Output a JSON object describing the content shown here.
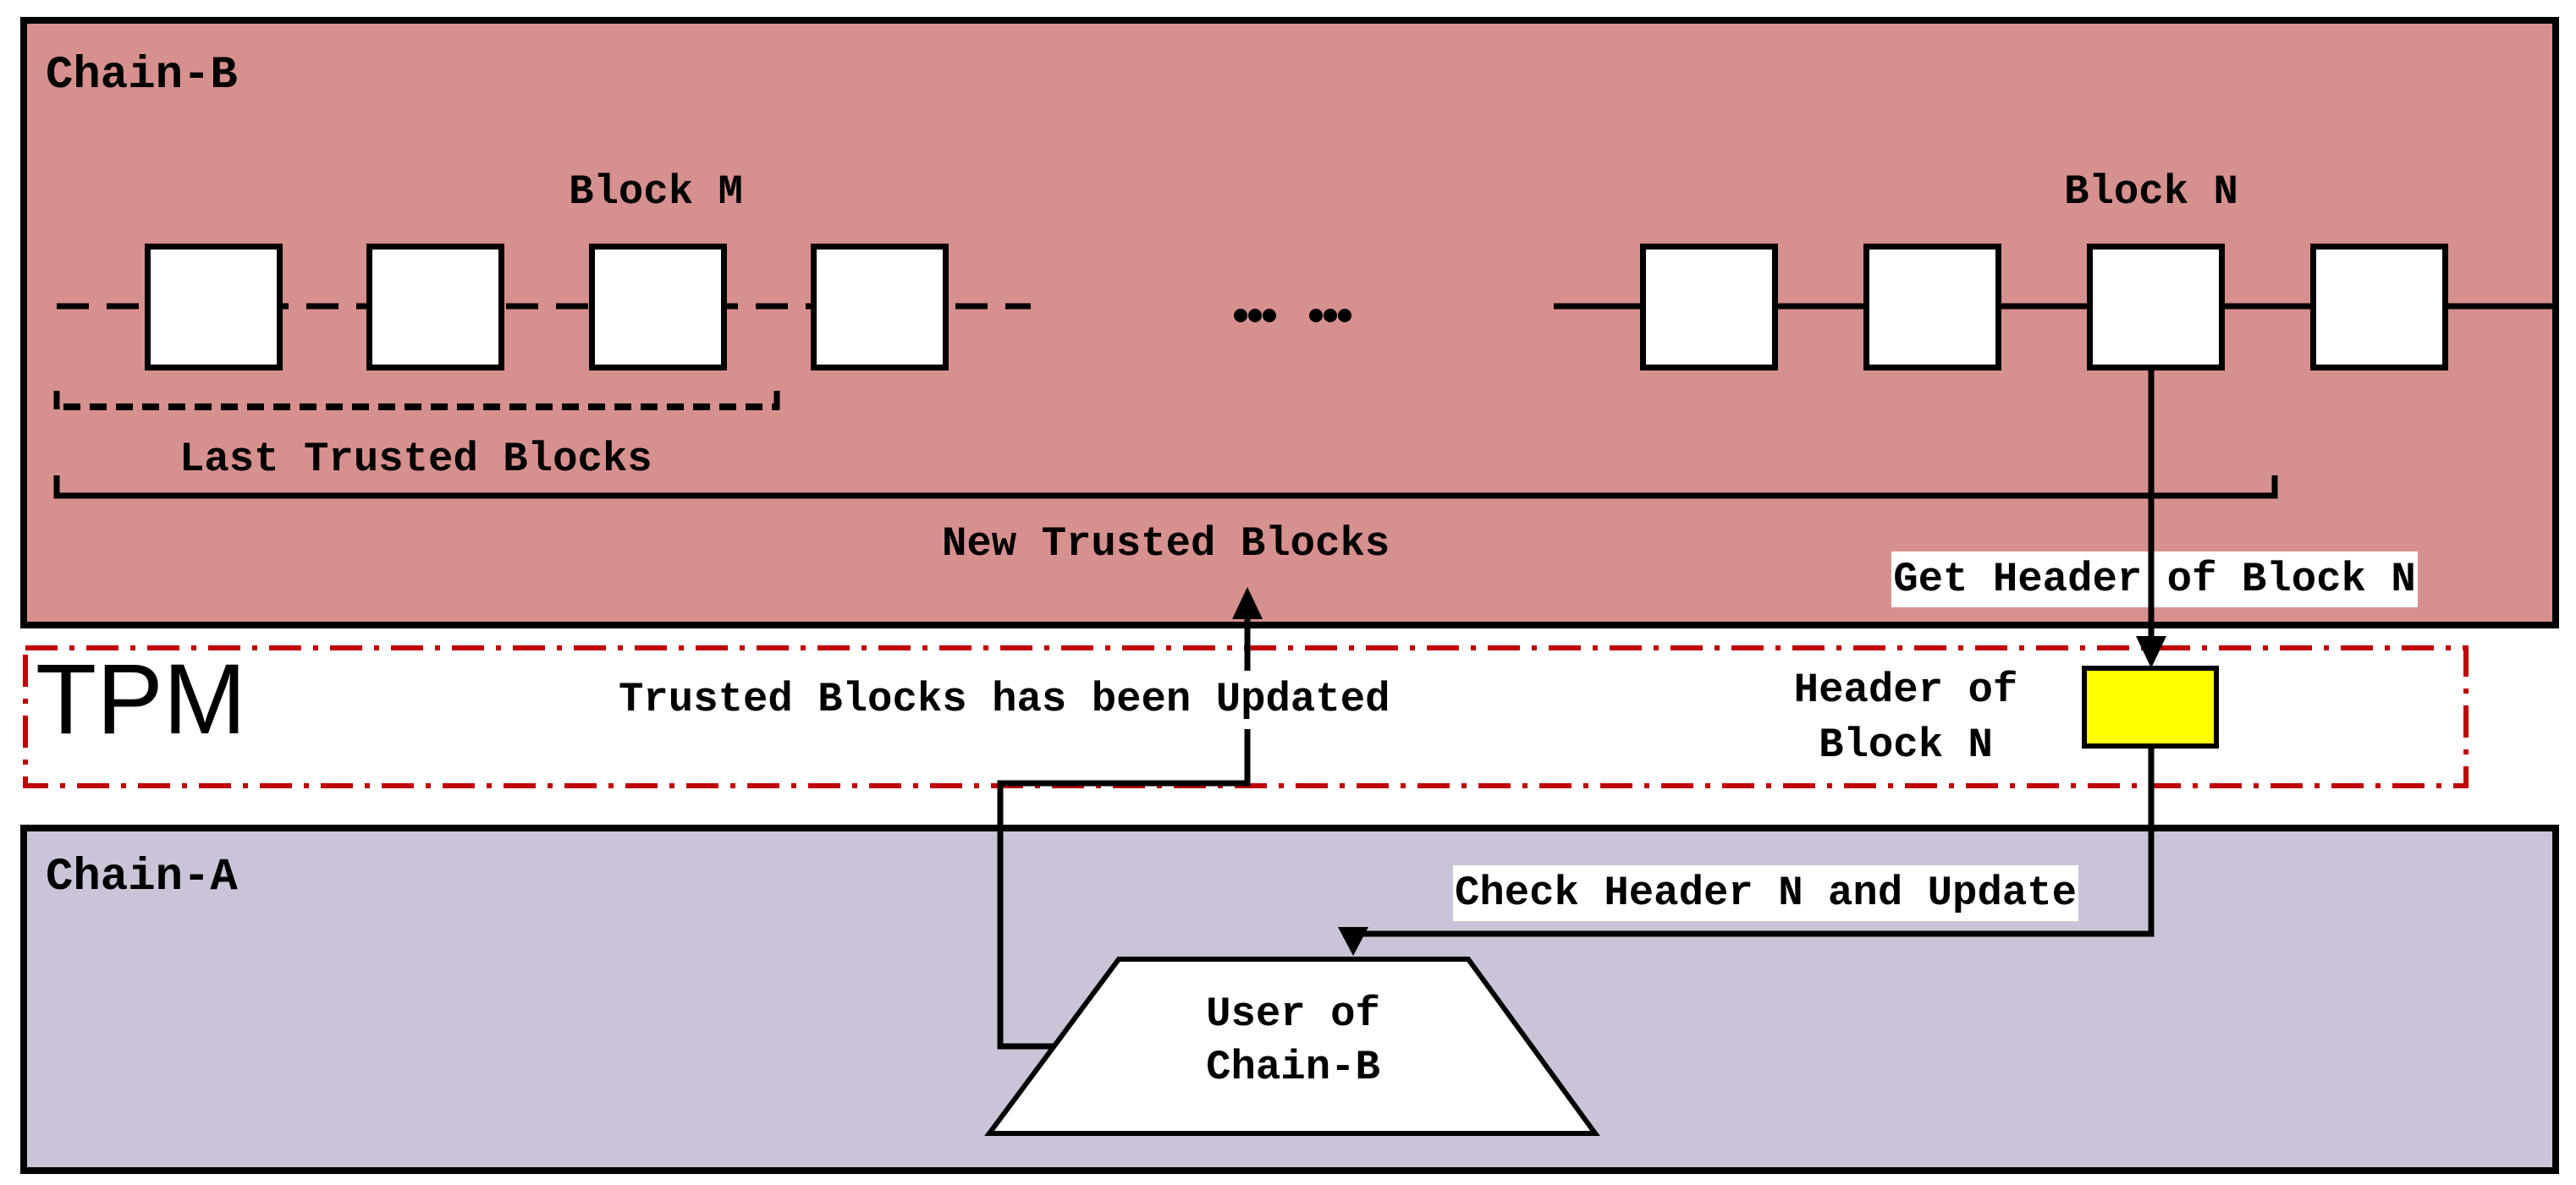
{
  "diagram": {
    "chain_b": {
      "title": "Chain-B",
      "block_m_label": "Block M",
      "block_n_label": "Block N",
      "last_trusted_label": "Last Trusted Blocks",
      "new_trusted_label": "New Trusted Blocks",
      "get_header_label": "Get Header of Block N",
      "left_block_count": 4,
      "right_block_count": 4
    },
    "tpm": {
      "title": "TPM",
      "updated_label": "Trusted Blocks has been Updated",
      "header_label_line1": "Header of",
      "header_label_line2": "Block N"
    },
    "chain_a": {
      "title": "Chain-A",
      "check_label": "Check Header N and Update",
      "user_label_line1": "User of",
      "user_label_line2": "Chain-B"
    },
    "colors": {
      "chain_b_fill": "#d6908e",
      "chain_a_fill": "#cbc3d7",
      "tpm_border": "#c00000",
      "header_block_fill": "#ffff00",
      "block_fill": "#ffffff",
      "line_color": "#000000"
    }
  }
}
